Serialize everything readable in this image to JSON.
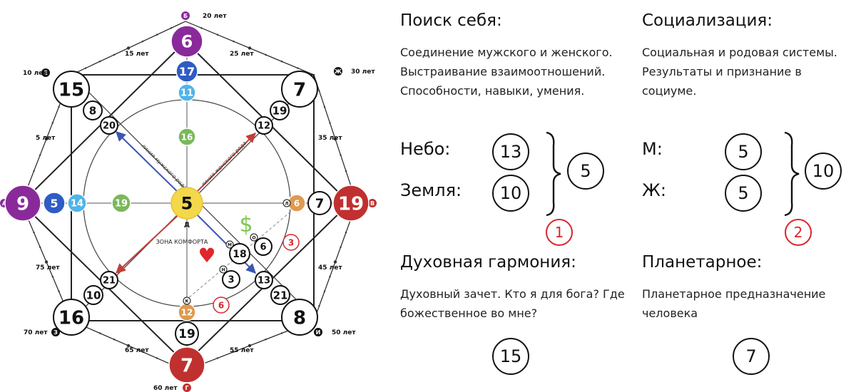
{
  "matrix": {
    "title_marks": {
      "top": "Б",
      "top_age": "20 лет",
      "left": "А",
      "right": "В",
      "bottom": "Г",
      "bottom_age": "60 лет",
      "topleft": "Е",
      "topleft_age": "10 лет",
      "topright": "Ж",
      "topright_age": "30 лет",
      "bottomleft": "З",
      "bottomleft_age": "70 лет",
      "bottomright": "И",
      "bottomright_age": "50 лет",
      "center_letter": "Д"
    },
    "nodes": {
      "top": "6",
      "top2": "17",
      "top3": "11",
      "left": "9",
      "left2": "5",
      "left3": "14",
      "left4": "19",
      "right": "19",
      "right2": "7",
      "right3": "6",
      "bottom": "7",
      "bottom2": "19",
      "bottom3": "12",
      "center": "5",
      "center_up": "16",
      "tl_big": "15",
      "tl_2": "8",
      "tl_3": "20",
      "tr_big": "7",
      "tr_2": "19",
      "tr_3": "12",
      "bl_big": "16",
      "bl_2": "10",
      "bl_3": "21",
      "br_big": "8",
      "br_2": "21",
      "br_3": "13",
      "comfort_18": "18",
      "comfort_6": "6",
      "comfort_3": "3",
      "red_3": "3",
      "red_6": "6",
      "dot_m": "М",
      "dot_o": "О",
      "dot_n": "Н",
      "dot_l": "Л",
      "dot_k": "К"
    },
    "line_male": "линия мужского рода",
    "line_female": "линия женского рода",
    "comfort_zone": "ЗОНА КОМФОРТА",
    "dollar": "$",
    "heart": "♥",
    "ages": {
      "a5": "5 лет",
      "a15": "15 лет",
      "a25": "25 лет",
      "a35": "35 лет",
      "a45": "45 лет",
      "a55": "55 лет",
      "a65": "65 лет",
      "a75": "75 лет"
    },
    "colors": {
      "purple": "#8a2a9a",
      "blue_dark": "#2f5cc4",
      "blue_light": "#4fb4ea",
      "green": "#7ab85a",
      "yellow": "#f2d84a",
      "orange": "#e09a50",
      "red": "#c0302f"
    }
  },
  "sections": {
    "self": {
      "title": "Поиск себя:",
      "desc": "Соединение мужского и женского. Выстраивание взаимоотношений. Способности, навыки, умения.",
      "sky_label": "Небо:",
      "sky_value": "13",
      "earth_label": "Земля:",
      "earth_value": "10",
      "sum": "5",
      "marker": "1"
    },
    "social": {
      "title": "Социализация:",
      "desc": "Социальная и родовая системы. Результаты и признание в социуме.",
      "m_label": "М:",
      "m_value": "5",
      "f_label": "Ж:",
      "f_value": "5",
      "sum": "10",
      "marker": "2"
    },
    "spirit": {
      "title": "Духовная гармония:",
      "desc": "Духовный зачет. Кто я для бога? Где божественное во мне?",
      "value": "15"
    },
    "planet": {
      "title": "Планетарное:",
      "desc": "Планетарное предназначение человека",
      "value": "7"
    }
  }
}
